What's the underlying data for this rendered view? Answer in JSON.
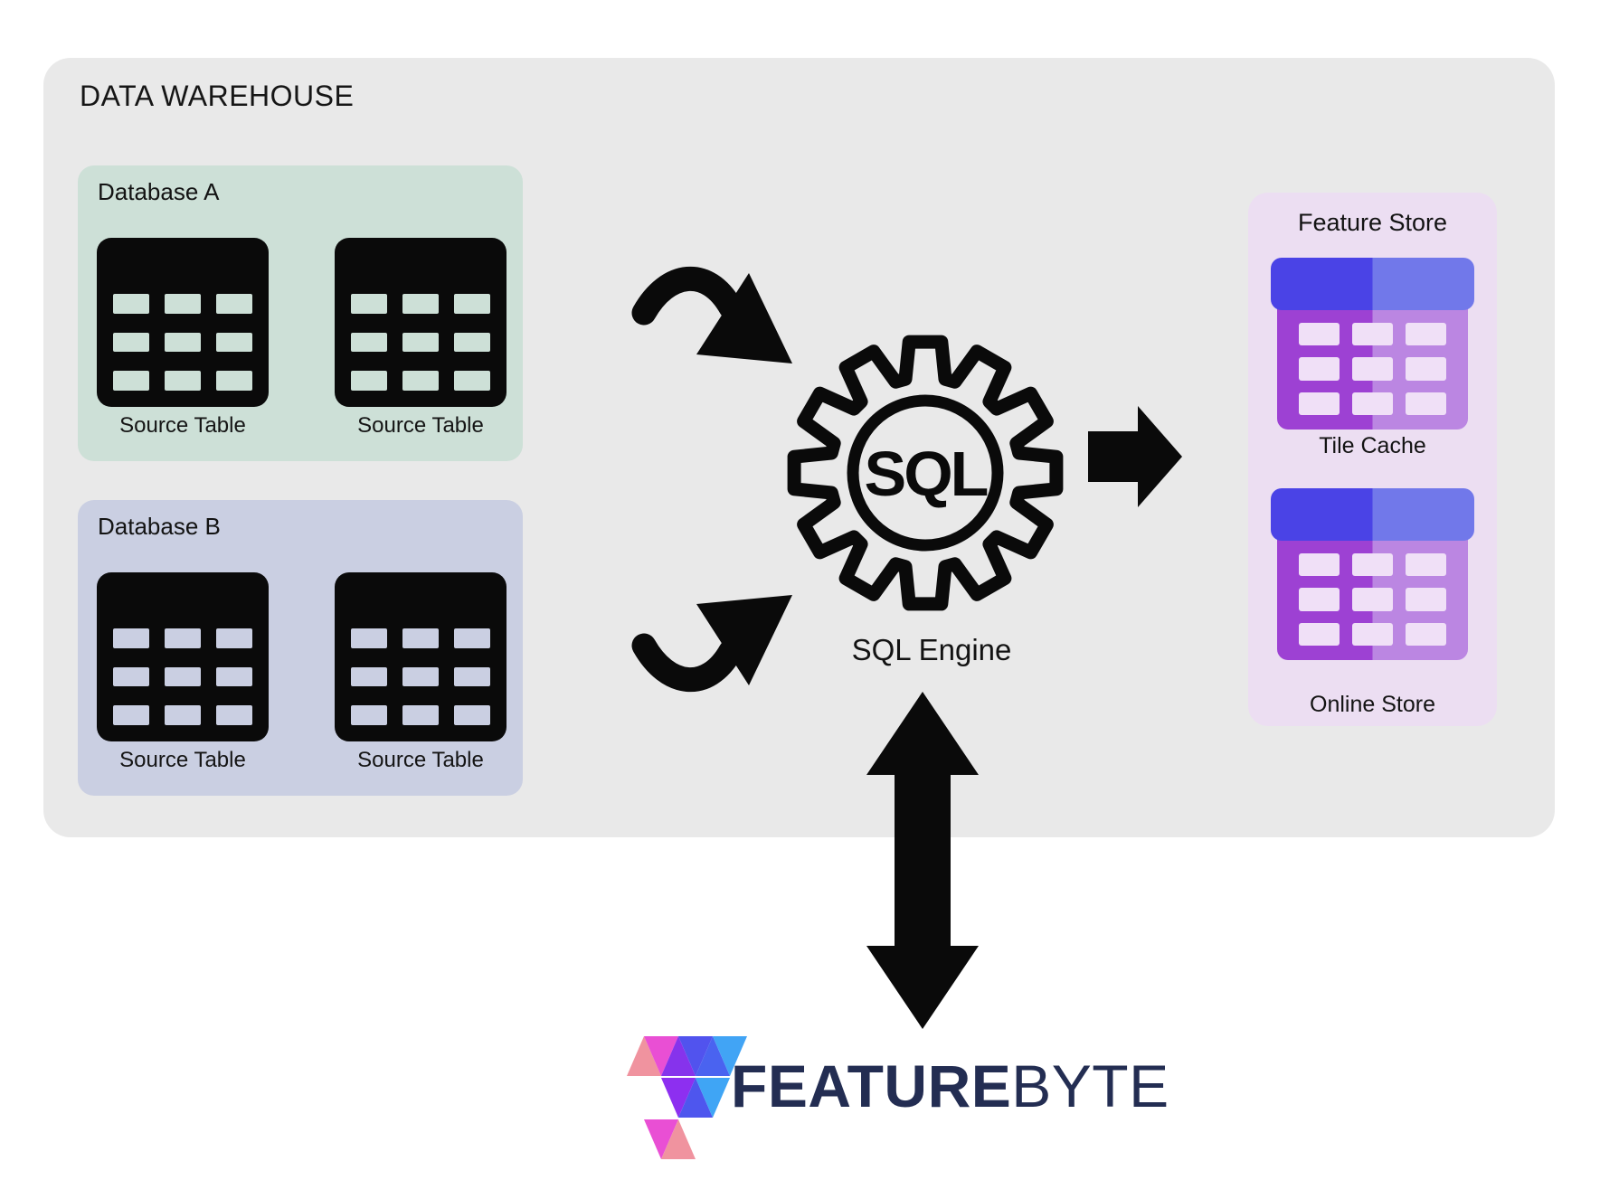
{
  "warehouse": {
    "title": "DATA WAREHOUSE"
  },
  "database_a": {
    "title": "Database A",
    "tables": [
      "Source Table",
      "Source Table"
    ]
  },
  "database_b": {
    "title": "Database B",
    "tables": [
      "Source Table",
      "Source Table"
    ]
  },
  "sql_engine": {
    "icon_text": "SQL",
    "label": "SQL Engine"
  },
  "feature_store": {
    "title": "Feature Store",
    "stores": [
      "Tile Cache",
      "Online Store"
    ]
  },
  "logo": {
    "brand_bold": "FEATURE",
    "brand_light": "BYTE"
  },
  "icons": {
    "source_table": "table-grid-icon",
    "sql_engine": "gear-icon",
    "feature_table": "feature-table-icon",
    "flow_arrows": "curved-arrow-icon, block-arrow-icon, double-arrow-icon",
    "logo": "featurebyte-triangles-icon"
  },
  "colors": {
    "panel-gray": "#e9e9e9",
    "db-a-bg": "#cde0d7",
    "db-b-bg": "#cacfe2",
    "fs-bg": "#ecdef2",
    "ink": "#0a0a0a",
    "head-blue": "#4a43e6",
    "head-blue-light": "#7178ea",
    "body-purple": "#9d41d3",
    "body-purple-light": "#bb86e2",
    "cell-pink": "#f0e0f7",
    "brand-navy": "#232d52"
  }
}
